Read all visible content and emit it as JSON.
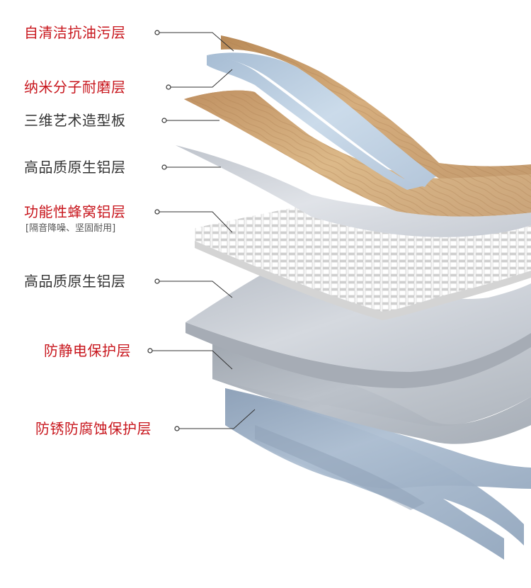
{
  "labels": {
    "l1": "自清洁抗油污层",
    "l2": "纳米分子耐磨层",
    "l3": "三维艺术造型板",
    "l4": "高品质原生铝层",
    "l5": "功能性蜂窝铝层",
    "l5_sub": "[隔音降噪、坚固耐用]",
    "l6": "高品质原生铝层",
    "l7": "防静电保护层",
    "l8": "防锈防腐蚀保护层"
  },
  "colors": {
    "highlight_label": "#c8161d",
    "normal_label": "#333333",
    "wood": "#c69a6a",
    "film": "#b9cde0",
    "aluminum": "#c9ced6",
    "honeycomb": "#f1f1f1",
    "antistatic": "#a9afb8",
    "anticorrosion": "#9fb1c7"
  }
}
